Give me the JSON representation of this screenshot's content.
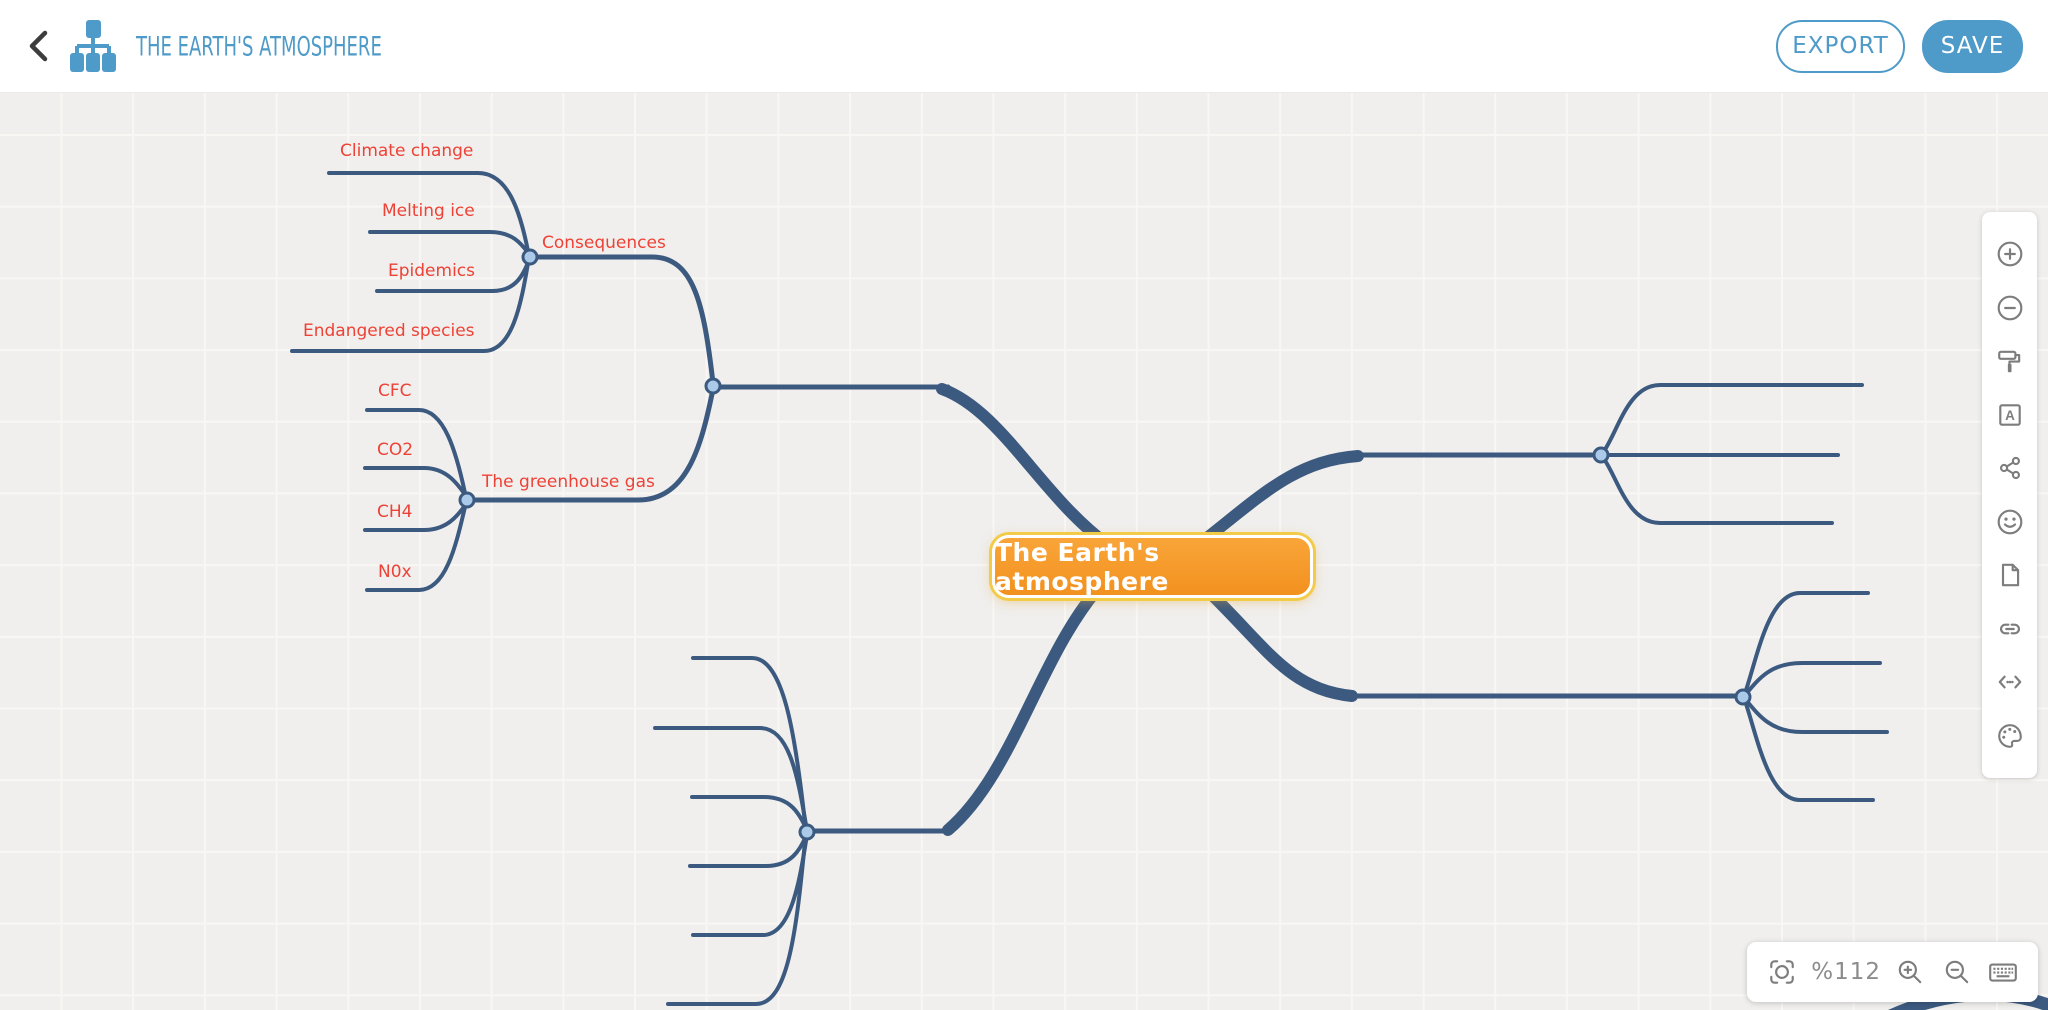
{
  "header": {
    "title": "THE EARTH'S ATMOSPHERE",
    "export_label": "EXPORT",
    "save_label": "SAVE"
  },
  "mindmap": {
    "central_label": "The Earth's atmosphere",
    "labels": {
      "climate_change": "Climate change",
      "melting_ice": "Melting ice",
      "epidemics": "Epidemics",
      "endangered_species": "Endangered species",
      "consequences": "Consequences",
      "cfc": "CFC",
      "co2": "CO2",
      "ch4": "CH4",
      "n0x": "N0x",
      "greenhouse_gas": "The greenhouse gas"
    }
  },
  "toolbar": {
    "text_icon_letter": "A",
    "icons": [
      "plus-circle",
      "minus-circle",
      "format-painter",
      "text-style",
      "relationship",
      "emoji",
      "note",
      "link",
      "summary",
      "theme-palette"
    ]
  },
  "zoom_controls": {
    "zoom_level": "%112",
    "icons": [
      "fit-screen",
      "zoom-in",
      "zoom-out",
      "keyboard-shortcuts"
    ]
  },
  "colors": {
    "accent_blue": "#4e9ac8",
    "branch_blue": "#3c5a7f",
    "label_red": "#ee4236",
    "node_orange": "#f79c2d",
    "node_ring_gold": "#f2cb49",
    "icon_gray": "#7d7d7d"
  }
}
